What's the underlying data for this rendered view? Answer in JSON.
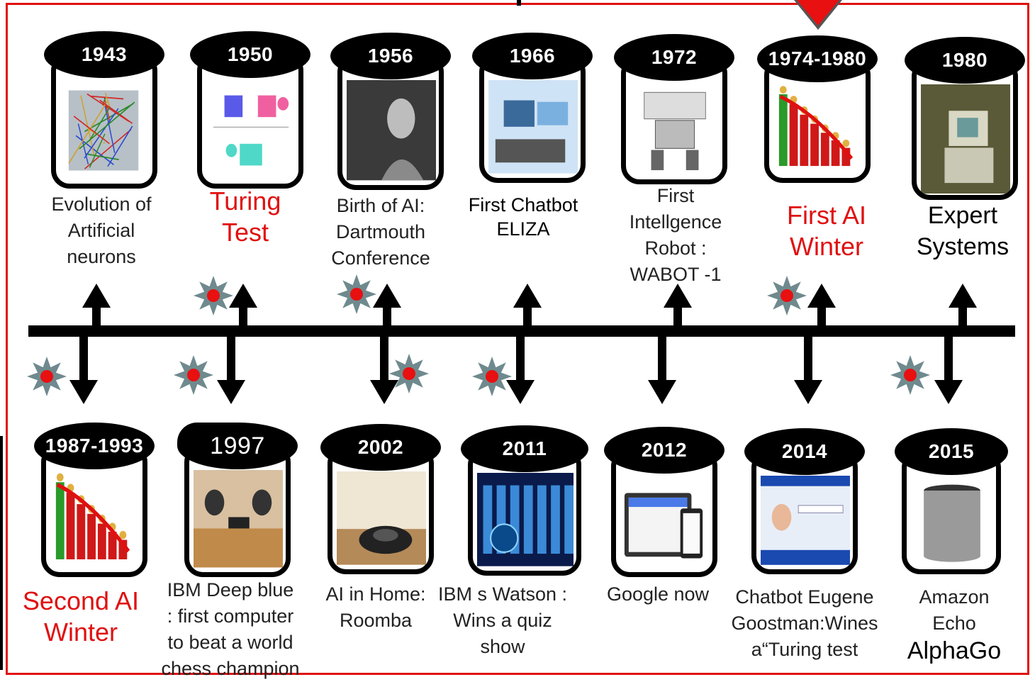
{
  "title": "",
  "colors": {
    "frame": "#e01010",
    "axis": "#000000",
    "highlight_text": "#e01010",
    "star_fill": "#6f8a8e",
    "star_center": "#e81010"
  },
  "top_row": [
    {
      "year": "1943",
      "label_lines": [
        "Evolution of",
        "Artificial",
        "neurons"
      ],
      "style": "normal",
      "image": "neural-network-cube-icon"
    },
    {
      "year": "1950",
      "label_lines": [
        "Turing",
        "Test"
      ],
      "style": "red",
      "image": "turing-test-diagram-icon"
    },
    {
      "year": "1956",
      "label_lines": [
        "Birth of AI:",
        "Dartmouth",
        "Conference"
      ],
      "style": "normal",
      "image": "john-mccarthy-portrait-icon"
    },
    {
      "year": "1966",
      "label_lines": [
        "First Chatbot",
        "ELIZA"
      ],
      "style": "small",
      "image": "robot-at-laptop-icon"
    },
    {
      "year": "1972",
      "label_lines": [
        "First",
        "Intellgence",
        "Robot :",
        "WABOT -1"
      ],
      "style": "normal",
      "image": "wabot-robot-icon"
    },
    {
      "year": "1974-1980",
      "label_lines": [
        "First AI",
        "Winter"
      ],
      "style": "red",
      "image": "declining-bar-chart-icon"
    },
    {
      "year": "1980",
      "label_lines": [
        "Expert",
        "Systems"
      ],
      "style": "black",
      "image": "vintage-computer-icon"
    }
  ],
  "bottom_row": [
    {
      "year": "1987-1993",
      "label_lines": [
        "Second AI",
        "Winter"
      ],
      "style": "red",
      "image": "declining-bar-chart-icon"
    },
    {
      "year": "1997",
      "label_lines": [
        "IBM Deep blue",
        ": first computer",
        "to beat a world",
        "chess champion"
      ],
      "style": "normal",
      "image": "deep-blue-chess-match-icon",
      "lid_plain": true
    },
    {
      "year": "2002",
      "label_lines": [
        "AI in Home:",
        "Roomba"
      ],
      "style": "normal",
      "image": "roomba-vacuum-icon"
    },
    {
      "year": "2011",
      "label_lines": [
        "IBM s Watson :",
        "Wins a quiz",
        "show"
      ],
      "style": "normal",
      "image": "watson-server-racks-icon"
    },
    {
      "year": "2012",
      "label_lines": [
        "Google now"
      ],
      "style": "normal",
      "image": "google-now-devices-icon"
    },
    {
      "year": "2014",
      "label_lines": [
        "Chatbot Eugene",
        "Goostman:Wines",
        "a“Turing test"
      ],
      "style": "normal",
      "image": "eugene-chatbot-screen-icon"
    },
    {
      "year": "2015",
      "label_lines": [
        "Amazon",
        "Echo"
      ],
      "style": "normal",
      "image": "amazon-echo-speaker-icon",
      "extra_line": "AlphaGo"
    }
  ]
}
